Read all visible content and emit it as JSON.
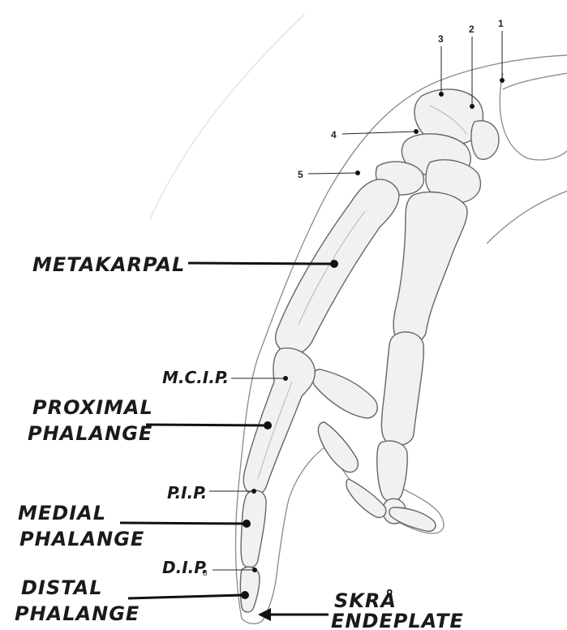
{
  "labels": {
    "metacarpal": "METAKARPAL",
    "mcip": "M.C.I.P.",
    "proximal_line1": "PROXIMAL",
    "proximal_line2": "PHALANGE",
    "pip": "P.I.P.",
    "medial_line1": "MEDIAL",
    "medial_line2": "PHALANGE",
    "dip": "D.I.P.",
    "distal_line1": "DISTAL",
    "distal_line2": "PHALANGE",
    "endplate_line1": "SKRÅ",
    "endplate_line2": "ENDEPLATE",
    "small_mark": "8"
  },
  "numbers": [
    "1",
    "2",
    "3",
    "4",
    "5"
  ]
}
